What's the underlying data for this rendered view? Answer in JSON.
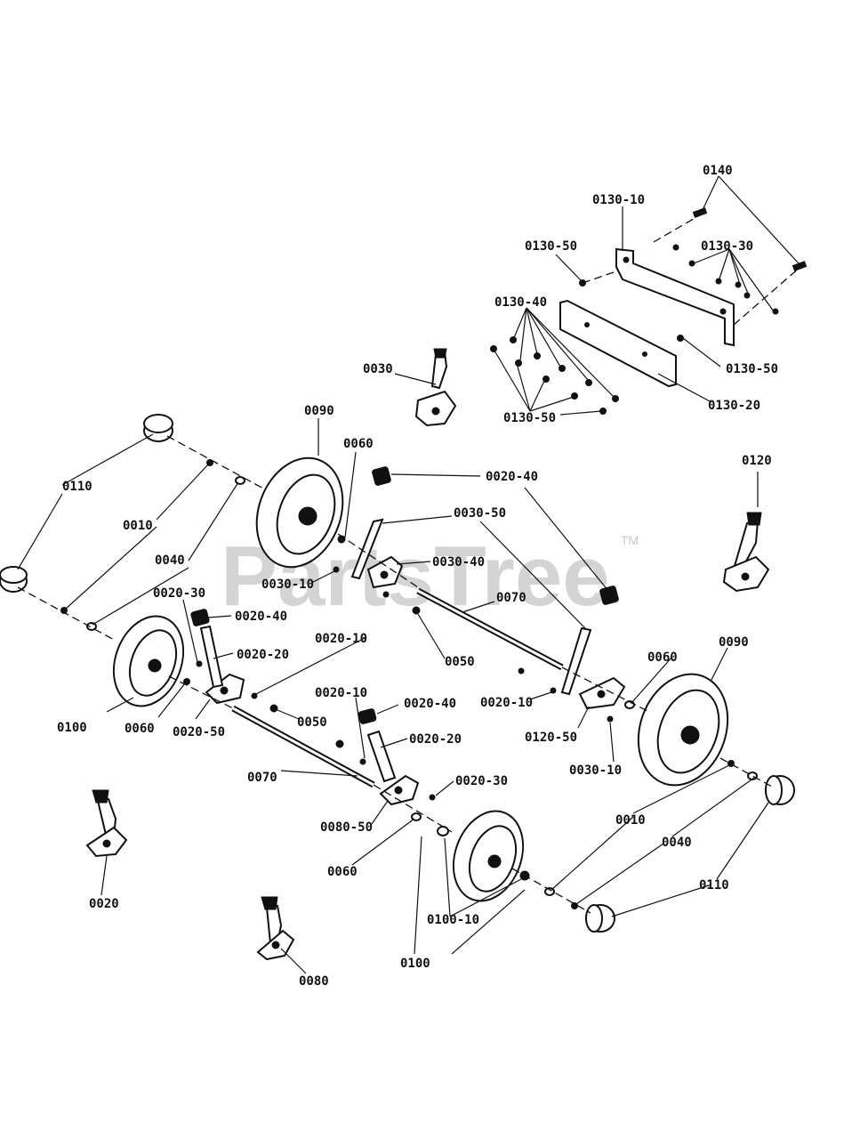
{
  "watermark": {
    "text": "PartsTree",
    "tm": "TM"
  },
  "labels": {
    "l0140": "0140",
    "l0130_10": "0130-10",
    "l0130_50_top": "0130-50",
    "l0130_30": "0130-30",
    "l0130_40": "0130-40",
    "l0130_50_right": "0130-50",
    "l0130_50_bottom": "0130-50",
    "l0130_20": "0130-20",
    "l0030": "0030",
    "l0090_left": "0090",
    "l0060_top": "0060",
    "l0020_40_top": "0020-40",
    "l0030_50": "0030-50",
    "l0030_40": "0030-40",
    "l0030_10_left": "0030-10",
    "l0070_right": "0070",
    "l0050_right": "0050",
    "l0120": "0120",
    "l0110_left": "0110",
    "l0010_left": "0010",
    "l0040_left": "0040",
    "l0020_30_left": "0020-30",
    "l0020_40_left": "0020-40",
    "l0020_20_left": "0020-20",
    "l0020_10_center": "0020-10",
    "l0100_left": "0100",
    "l0060_left": "0060",
    "l0020_50": "0020-50",
    "l0050_left": "0050",
    "l0020_10_mid": "0020-10",
    "l0020_40_mid": "0020-40",
    "l0020_20_mid": "0020-20",
    "l0020_10_right": "0020-10",
    "l0060_right": "0060",
    "l0090_right": "0090",
    "l0120_50": "0120-50",
    "l0030_10_right": "0030-10",
    "l0070_left": "0070",
    "l0020_30_bottom": "0020-30",
    "l0080_50": "0080-50",
    "l0060_bottom": "0060",
    "l0010_right": "0010",
    "l0040_right": "0040",
    "l0110_right": "0110",
    "l0020": "0020",
    "l0100_10": "0100-10",
    "l0100_bottom": "0100",
    "l0080": "0080"
  }
}
